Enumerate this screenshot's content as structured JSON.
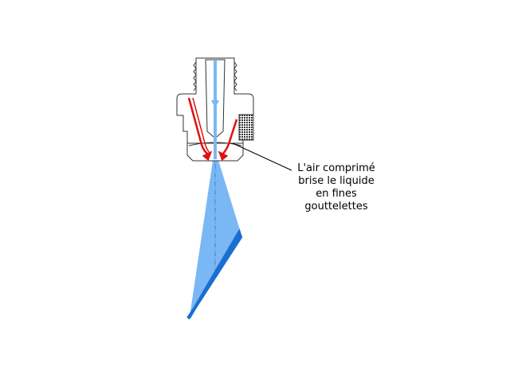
{
  "caption": {
    "lines": [
      "L'air comprimé",
      "brise le liquide",
      "en fines",
      "gouttelettes"
    ]
  },
  "colors": {
    "liquid": "#7ab8f5",
    "liquid_dark": "#1a6fd0",
    "air": "#e01010",
    "outline": "#333333"
  }
}
